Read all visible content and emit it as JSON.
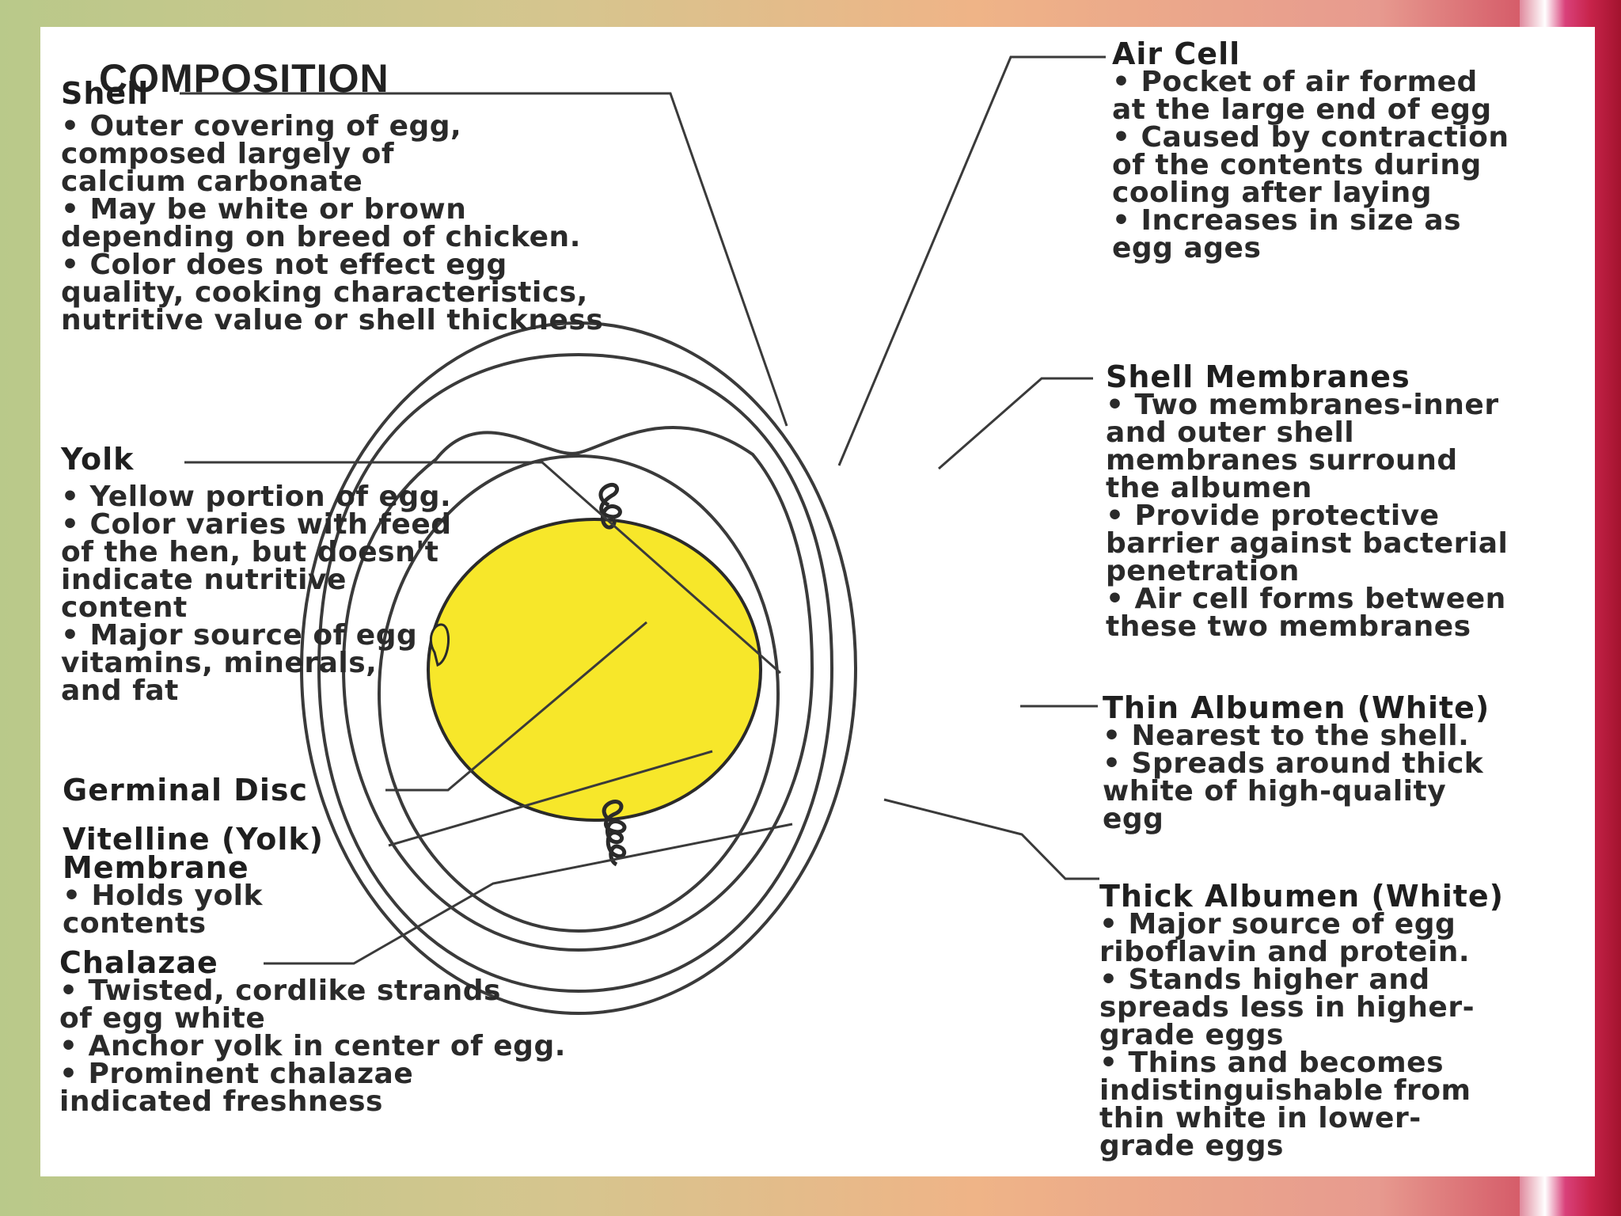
{
  "title": "COMPOSITION",
  "labels": {
    "shell": {
      "heading": "Shell",
      "lines": [
        "• Outer covering of egg,",
        "composed largely of",
        "calcium carbonate",
        "• May be white or brown",
        "depending on breed of chicken.",
        "• Color does not effect egg",
        "quality, cooking characteristics,",
        "nutritive value or shell thickness"
      ]
    },
    "yolk": {
      "heading": "Yolk",
      "lines": [
        "• Yellow portion of egg.",
        "• Color varies with feed",
        "of the hen, but doesn't",
        "indicate nutritive",
        "content",
        "• Major source of egg",
        "vitamins, minerals,",
        "and fat"
      ]
    },
    "germinal_disc": {
      "heading": "Germinal Disc",
      "lines": []
    },
    "vitelline": {
      "heading": "Vitelline (Yolk)",
      "heading2": "Membrane",
      "lines": [
        "• Holds yolk",
        "contents"
      ]
    },
    "chalazae": {
      "heading": "Chalazae",
      "lines": [
        "• Twisted, cordlike strands",
        "of egg white",
        "• Anchor yolk in center of egg.",
        "• Prominent chalazae",
        "indicated freshness"
      ]
    },
    "air_cell": {
      "heading": "Air Cell",
      "lines": [
        "• Pocket of air formed",
        "at the large end of egg",
        "• Caused by contraction",
        "of the contents during",
        "cooling after laying",
        "• Increases in size as",
        "egg ages"
      ]
    },
    "shell_membranes": {
      "heading": "Shell Membranes",
      "lines": [
        "• Two membranes-inner",
        "and outer shell",
        "membranes surround",
        "the albumen",
        "• Provide protective",
        "barrier against bacterial",
        "penetration",
        "• Air cell forms between",
        "these two membranes"
      ]
    },
    "thin_albumen": {
      "heading": "Thin Albumen (White)",
      "lines": [
        "• Nearest to the shell.",
        "• Spreads around thick",
        "white of high-quality",
        "egg"
      ]
    },
    "thick_albumen": {
      "heading": "Thick Albumen (White)",
      "lines": [
        "• Major source of egg",
        "riboflavin and protein.",
        "• Stands higher and",
        "spreads less in higher-",
        "grade eggs",
        "• Thins and becomes",
        "indistinguishable from",
        "thin white in lower-",
        "grade eggs"
      ]
    }
  },
  "colors": {
    "yolk": "#f7e72a",
    "ink": "#222222"
  }
}
